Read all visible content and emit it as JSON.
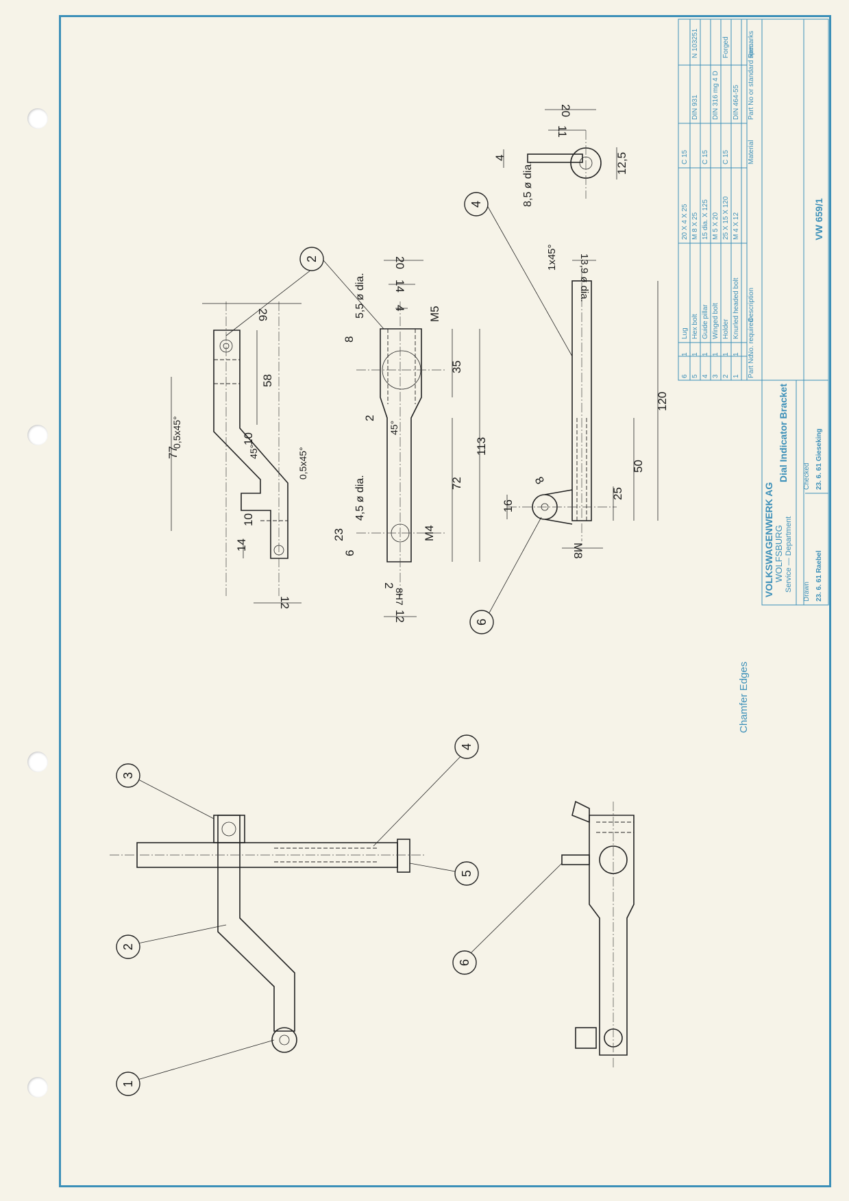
{
  "note": {
    "chamfer": "Chamfer Edges"
  },
  "bubbles": {
    "b1": "1",
    "b2": "2",
    "b3": "3",
    "b4": "4",
    "b5": "5",
    "b6": "6"
  },
  "dims": {
    "d77": "77",
    "d58": "58",
    "d26": "26",
    "d14": "14",
    "d12": "12",
    "d10": "10",
    "d45deg": "45°",
    "d05x45": "0,5x45°",
    "d20": "20",
    "d4": "4",
    "d8": "8",
    "d35": "35",
    "d113": "113",
    "d72": "72",
    "d23": "23",
    "d6": "6",
    "d2": "2",
    "d8H7": "8H7",
    "dM5": "M5",
    "dM4": "M4",
    "d5_5dia": "5,5 ø dia.",
    "d4_5dia": "4,5 ø dia.",
    "d120": "120",
    "d50": "50",
    "d25": "25",
    "d16": "16",
    "dM8": "M8",
    "d1x45": "1x45°",
    "d13_9dia": "13,9 ø dia.",
    "d11": "11",
    "d12_5": "12,5",
    "d8_5dia": "8,5 ø dia."
  },
  "title_block": {
    "title": "Dial Indicator Bracket",
    "number": "VW 659/1",
    "company": "VOLKSWAGENWERK AG",
    "city": "WOLFSBURG",
    "department": "Service — Department",
    "drawn_label": "Drawn",
    "drawn_value": "23. 6. 61 Raebel",
    "checked_label": "Checked",
    "checked_value": "23. 6. 61 Gieseking"
  },
  "parts_header": {
    "part_no": "Part No.",
    "no_required": "No. required",
    "description": "Description",
    "material": "Material",
    "part_no_std": "Part No or standard spec.",
    "remarks": "Remarks"
  },
  "parts": [
    {
      "part": "6",
      "qty": "1",
      "desc": "Lug",
      "size": "20 X 4 X 25",
      "mat": "C 15",
      "std": "",
      "rem": ""
    },
    {
      "part": "5",
      "qty": "1",
      "desc": "Hex bolt",
      "size": "M 8 X 25",
      "mat": "",
      "std": "DIN 931",
      "rem": "N 103251"
    },
    {
      "part": "4",
      "qty": "1",
      "desc": "Guide pillar",
      "size": "15 dia. X 125",
      "mat": "C 15",
      "std": "",
      "rem": ""
    },
    {
      "part": "3",
      "qty": "1",
      "desc": "Winged bolt",
      "size": "M 5 X 20",
      "mat": "",
      "std": "DIN 316 mg 4 D",
      "rem": ""
    },
    {
      "part": "2",
      "qty": "1",
      "desc": "Holder",
      "size": "25 X 15 X 120",
      "mat": "C 15",
      "std": "",
      "rem": "Forged"
    },
    {
      "part": "1",
      "qty": "1",
      "desc": "Knurled headed bolt",
      "size": "M 4 X 12",
      "mat": "",
      "std": "DIN 464-55",
      "rem": ""
    }
  ]
}
